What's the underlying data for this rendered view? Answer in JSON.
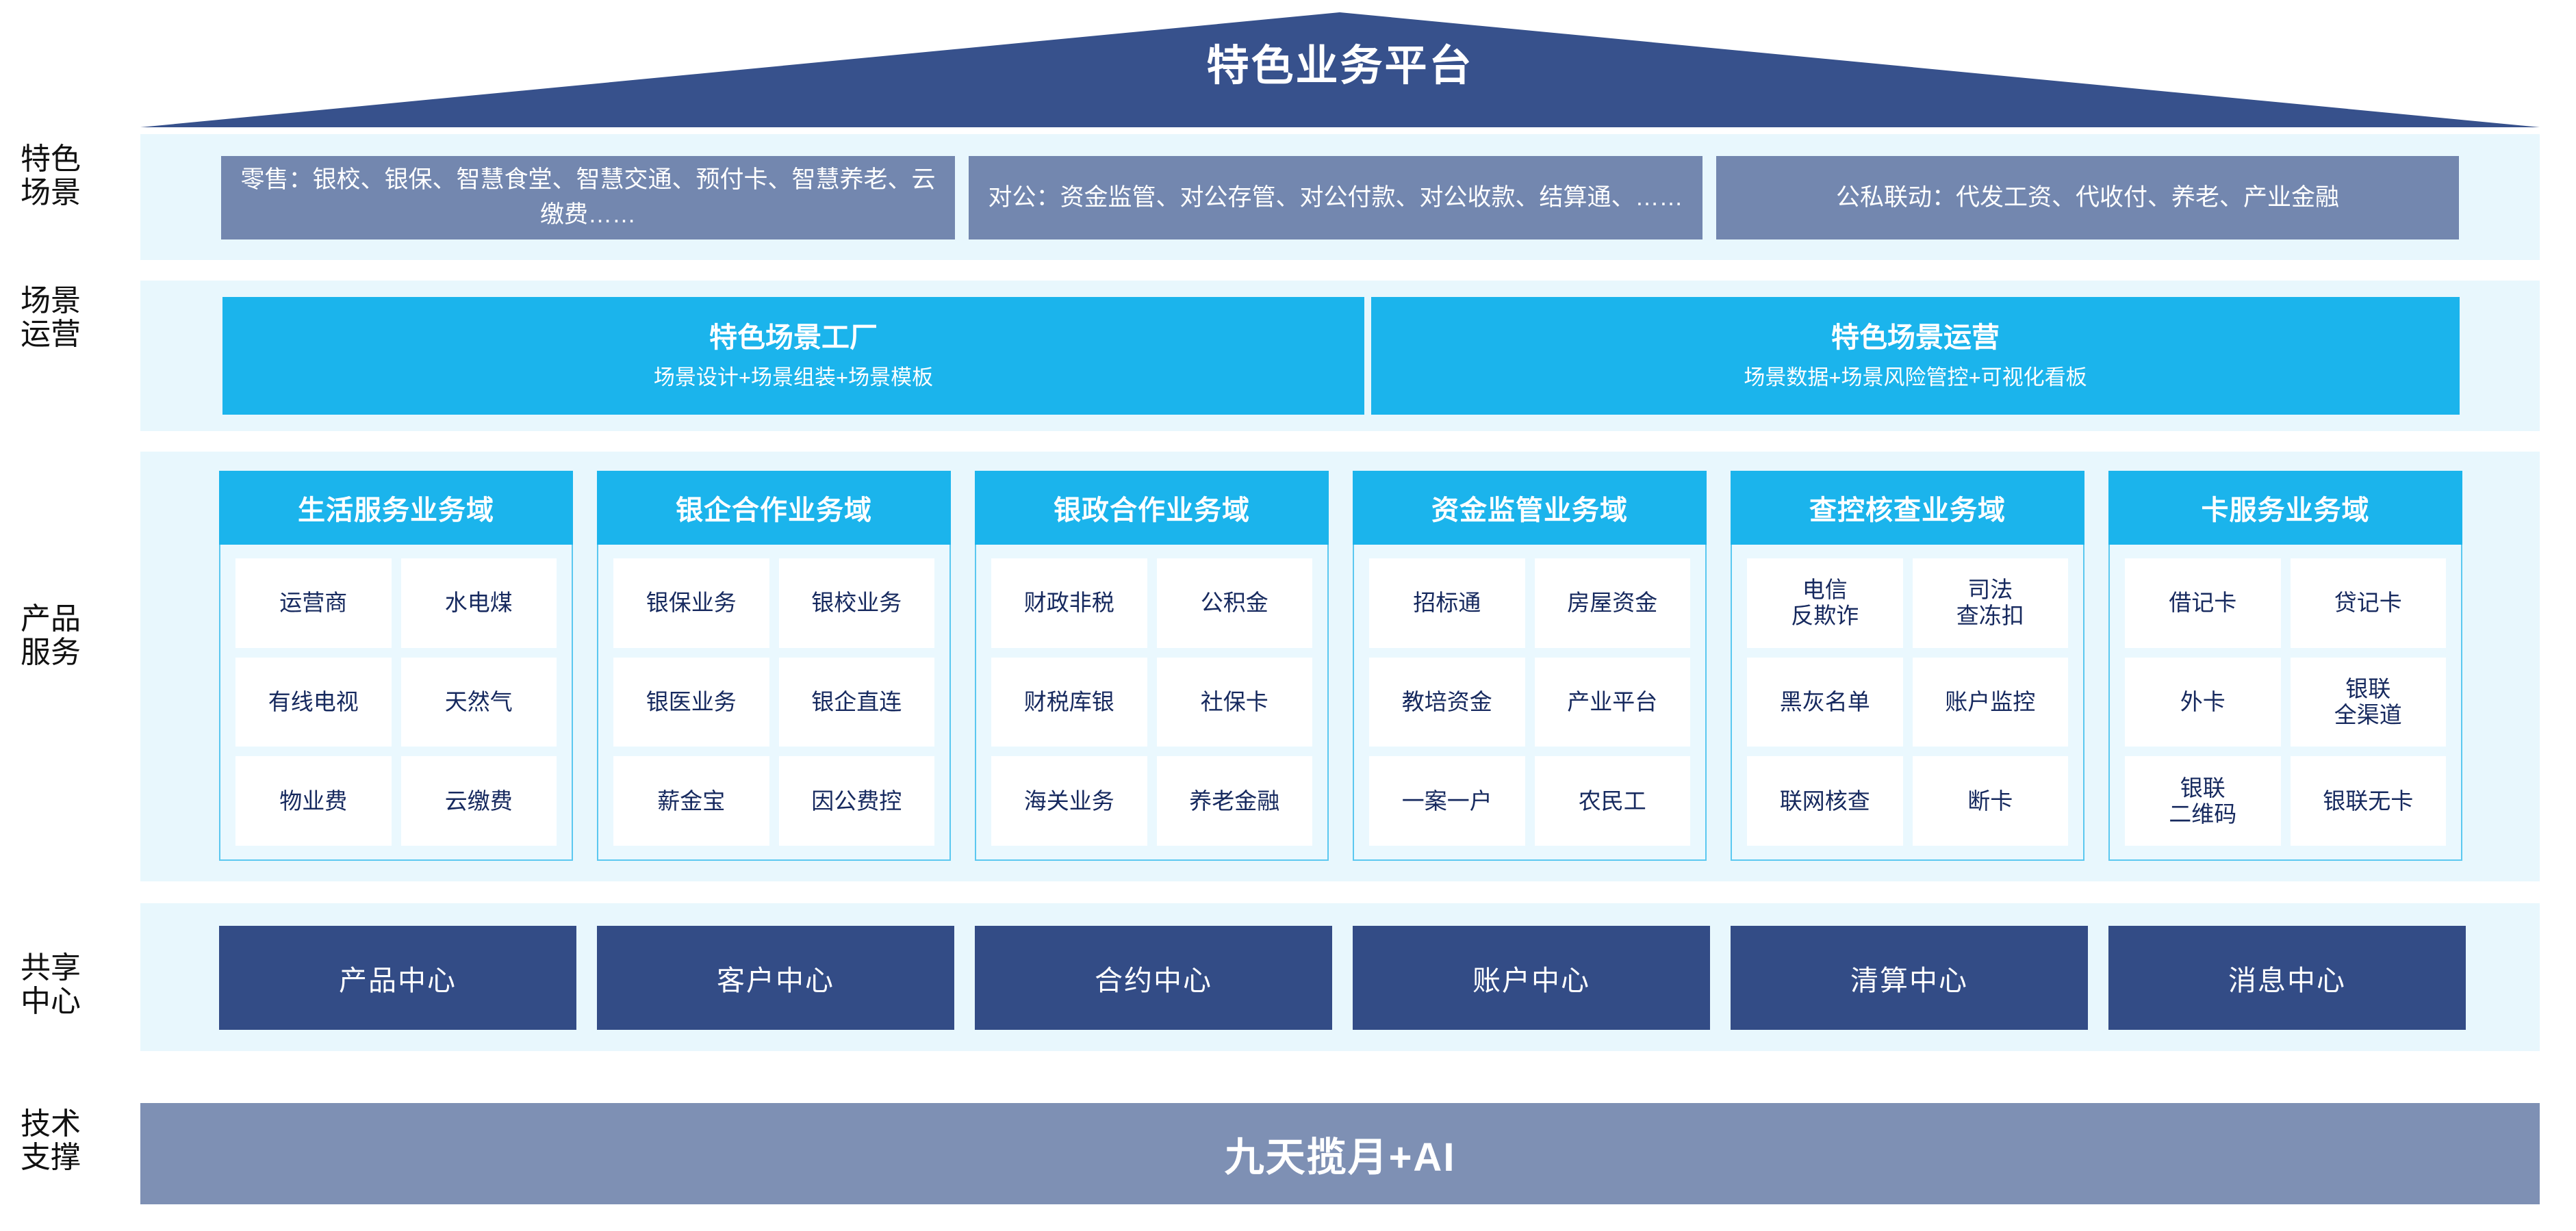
{
  "header": {
    "title": "特色业务平台",
    "roof_color": "#37518C"
  },
  "rail": {
    "labels": [
      "特色\n场景",
      "场景\n运营",
      "产品\n服务",
      "共享\n中心",
      "技术\n支撑"
    ]
  },
  "scene_row": {
    "boxes": [
      "零售：银校、银保、智慧食堂、智慧交通、预付卡、智慧养老、云缴费……",
      "对公：资金监管、对公存管、对公付款、对公收款、结算通、……",
      "公私联动：代发工资、代收付、养老、产业金融"
    ],
    "box_color": "#7387AF"
  },
  "operation_row": {
    "accent": "#1BB4EC",
    "boxes": [
      {
        "title": "特色场景工厂",
        "subtitle": "场景设计+场景组装+场景模板"
      },
      {
        "title": "特色场景运营",
        "subtitle": "场景数据+场景风险管控+可视化看板"
      }
    ]
  },
  "product_row": {
    "header_color": "#1BB4EC",
    "cell_text_color": "#16295E",
    "columns": [
      {
        "title": "生活服务业务域",
        "cells": [
          "运营商",
          "水电煤",
          "有线电视",
          "天然气",
          "物业费",
          "云缴费"
        ]
      },
      {
        "title": "银企合作业务域",
        "cells": [
          "银保业务",
          "银校业务",
          "银医业务",
          "银企直连",
          "薪金宝",
          "因公费控"
        ]
      },
      {
        "title": "银政合作业务域",
        "cells": [
          "财政非税",
          "公积金",
          "财税库银",
          "社保卡",
          "海关业务",
          "养老金融"
        ]
      },
      {
        "title": "资金监管业务域",
        "cells": [
          "招标通",
          "房屋资金",
          "教培资金",
          "产业平台",
          "一案一户",
          "农民工"
        ]
      },
      {
        "title": "查控核查业务域",
        "cells": [
          "电信\n反欺诈",
          "司法\n查冻扣",
          "黑灰名单",
          "账户监控",
          "联网核查",
          "断卡"
        ]
      },
      {
        "title": "卡服务业务域",
        "cells": [
          "借记卡",
          "贷记卡",
          "外卡",
          "银联\n全渠道",
          "银联\n二维码",
          "银联无卡"
        ]
      }
    ]
  },
  "shared_center_row": {
    "box_color": "#334C86",
    "boxes": [
      "产品中心",
      "客户中心",
      "合约中心",
      "账户中心",
      "清算中心",
      "消息中心"
    ]
  },
  "tech_row": {
    "label": "九天揽月+AI",
    "band_color": "#7E90B4"
  }
}
